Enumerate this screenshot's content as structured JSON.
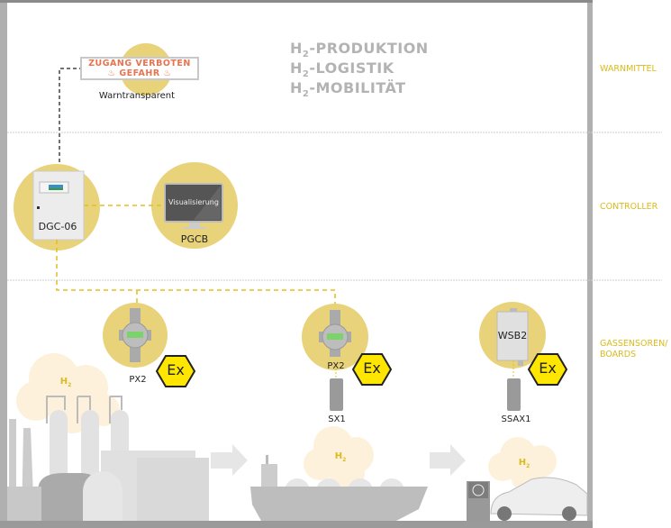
{
  "titles": [
    {
      "prefix": "H",
      "sub": "2",
      "text": "-PRODUKTION"
    },
    {
      "prefix": "H",
      "sub": "2",
      "text": "-LOGISTIK"
    },
    {
      "prefix": "H",
      "sub": "2",
      "text": "-MOBILITÄT"
    }
  ],
  "sections": {
    "warnmittel": "WARNMITTEL",
    "controller": "CONTROLLER",
    "sensors_line1": "GASSENSOREN/",
    "sensors_line2": "BOARDS"
  },
  "warning_sign": {
    "line1": "ZUGANG VERBOTEN",
    "line2": "GEFAHR",
    "label": "Warntransparent"
  },
  "controller": {
    "dgc_label": "DGC-06",
    "monitor_text": "Visualisierung",
    "pgcb_label": "PGCB"
  },
  "sensors": {
    "px2_left": "PX2",
    "px2_middle": "PX2",
    "sx1": "SX1",
    "wsb2": "WSB2",
    "ssax1": "SSAX1",
    "ex_mark": "Ex"
  },
  "clouds": {
    "h": "H",
    "sub": "2"
  },
  "colors": {
    "accent": "#d9bb1c",
    "circle": "#e8d27a",
    "gray": "#b3b3b3",
    "warning": "#e8734f",
    "ex_yellow": "#ffe600"
  }
}
